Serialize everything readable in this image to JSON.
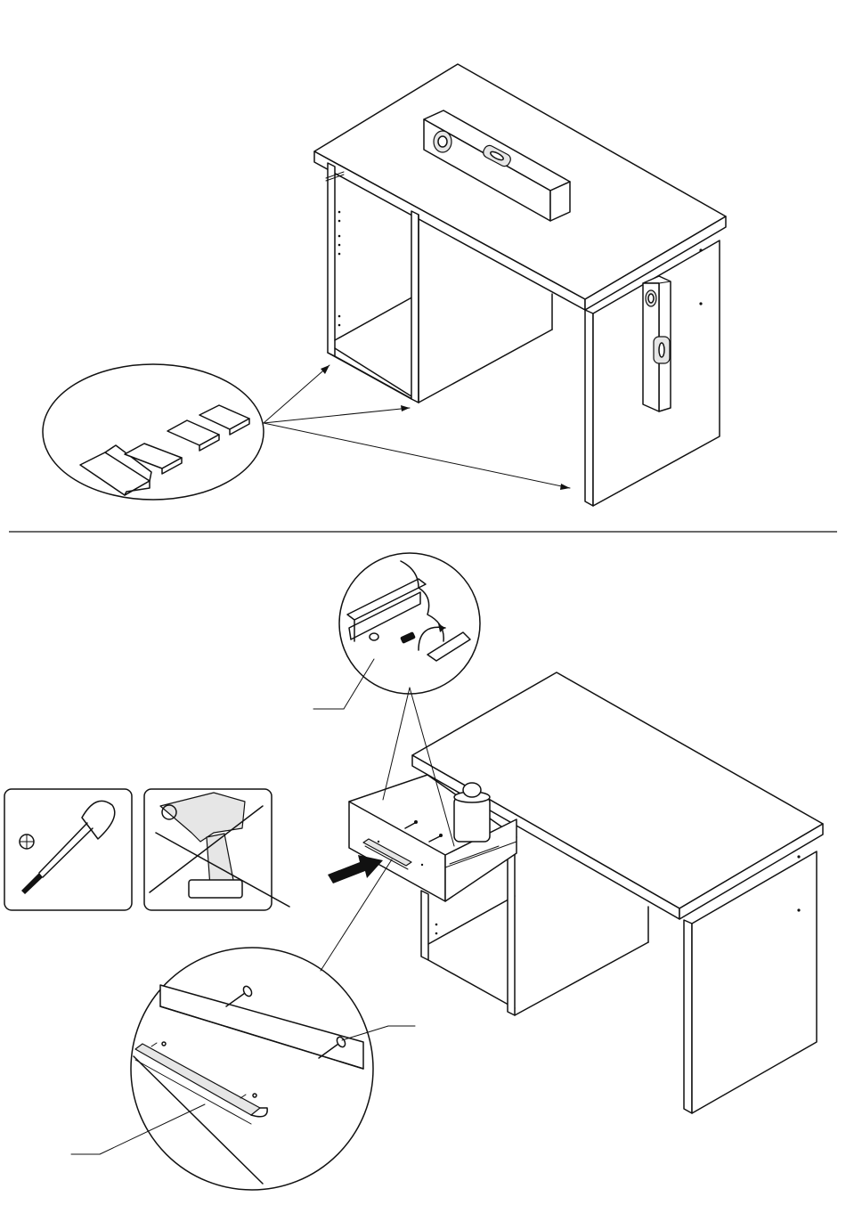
{
  "document": {
    "kind": "furniture assembly instruction sheet",
    "text": []
  },
  "step_top": {
    "parts": [
      "leveling-wedges",
      "spirit-level-horizontal",
      "spirit-level-vertical"
    ]
  },
  "step_bottom": {
    "tools": [
      {
        "id": "screwdriver",
        "icon": "phillips-screwdriver-icon",
        "symbol": "⊕"
      },
      {
        "id": "drill",
        "icon": "power-drill-icon",
        "crossed": true
      }
    ],
    "callouts": [
      "runner-screw-detail",
      "handle-screw-detail"
    ]
  }
}
